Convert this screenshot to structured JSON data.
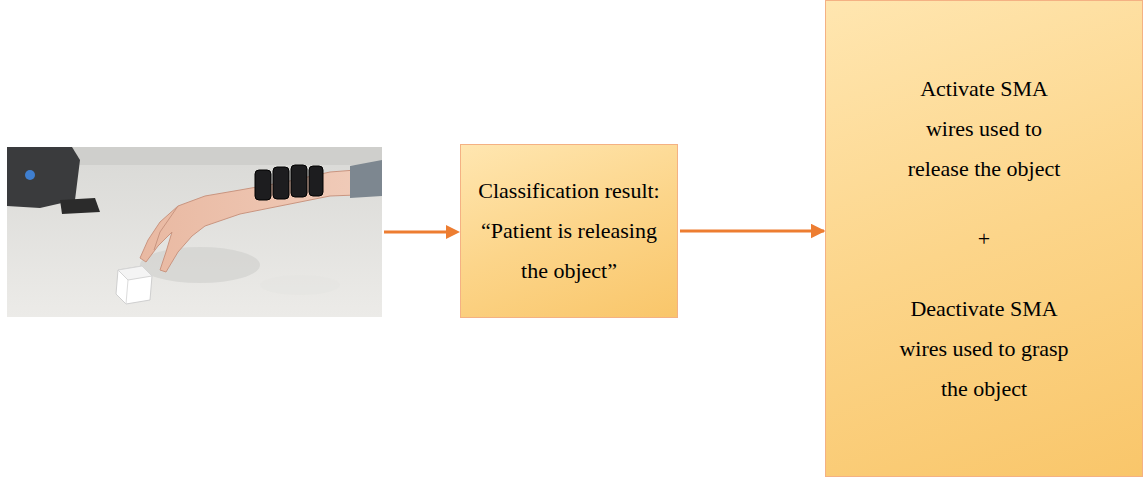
{
  "diagram": {
    "nodes": [
      {
        "text": [
          "Classification result: “Patient is releasing the object”"
        ]
      },
      {
        "text": [
          "Activate SMA wires used to release the object",
          "+",
          "Deactivate SMA wires used to grasp the object"
        ]
      }
    ],
    "edges": [
      {
        "from": 0,
        "to": 1,
        "arrow": "to"
      }
    ]
  }
}
